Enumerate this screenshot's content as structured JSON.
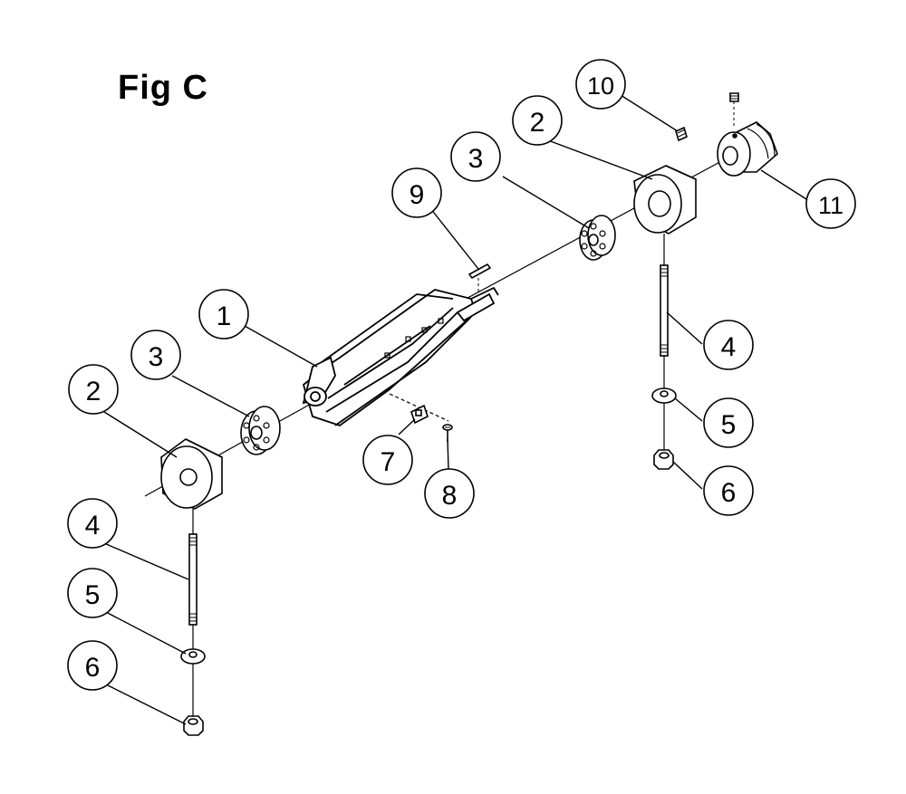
{
  "figure": {
    "title": "Fig C"
  },
  "callouts": [
    {
      "id": "c1",
      "label": "1"
    },
    {
      "id": "c2a",
      "label": "2"
    },
    {
      "id": "c2b",
      "label": "2"
    },
    {
      "id": "c3a",
      "label": "3"
    },
    {
      "id": "c3b",
      "label": "3"
    },
    {
      "id": "c4a",
      "label": "4"
    },
    {
      "id": "c4b",
      "label": "4"
    },
    {
      "id": "c5a",
      "label": "5"
    },
    {
      "id": "c5b",
      "label": "5"
    },
    {
      "id": "c6a",
      "label": "6"
    },
    {
      "id": "c6b",
      "label": "6"
    },
    {
      "id": "c7",
      "label": "7"
    },
    {
      "id": "c8",
      "label": "8"
    },
    {
      "id": "c9",
      "label": "9"
    },
    {
      "id": "c10",
      "label": "10"
    },
    {
      "id": "c11",
      "label": "11"
    }
  ],
  "style": {
    "line_color": "#000000",
    "fill_light": "#ffffff",
    "fill_shade": "#d9d9d9"
  }
}
